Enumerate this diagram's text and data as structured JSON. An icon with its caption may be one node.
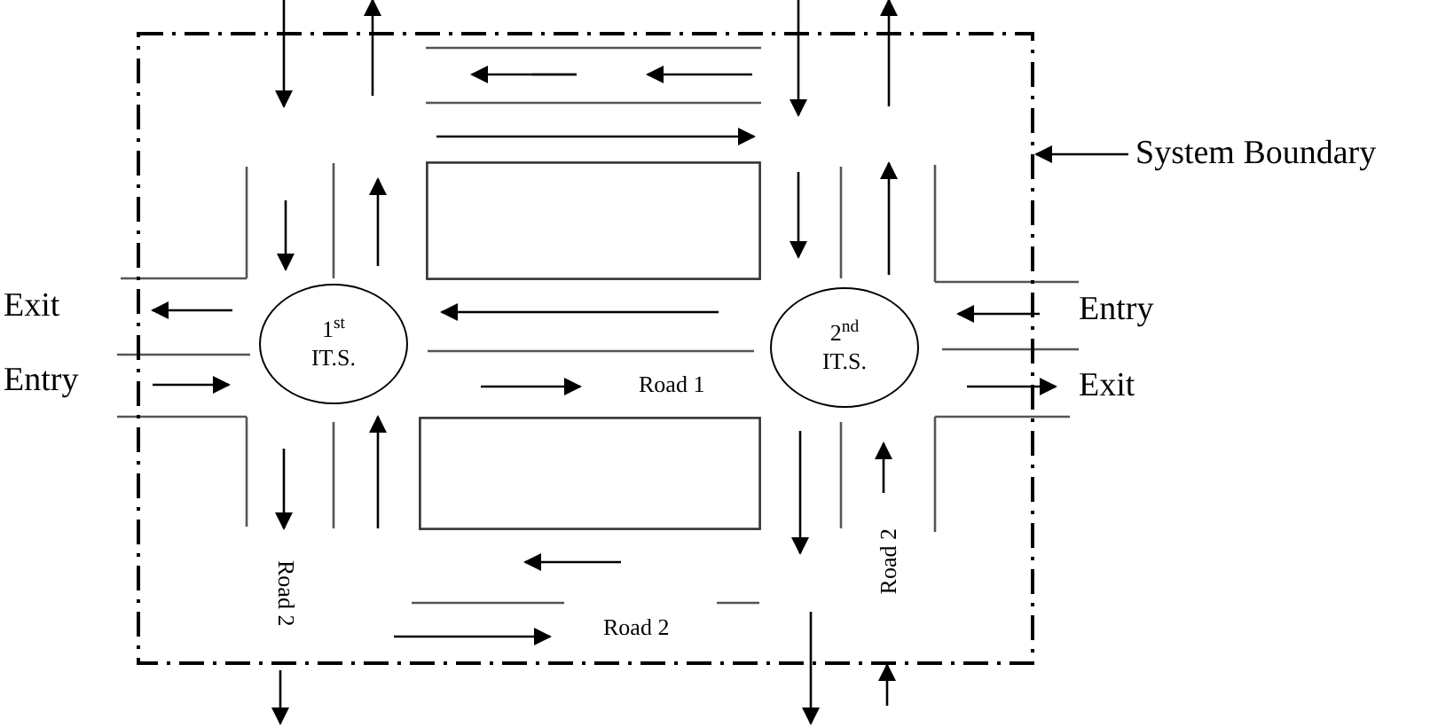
{
  "diagram": {
    "nodes": [
      {
        "text": [],
        "shape": "box"
      },
      {
        "text": [
          "1$^{st}$ IT.S."
        ],
        "in": 0
      },
      {
        "text": [
          "2$^{nd}$ IT.S."
        ],
        "in": 0
      },
      {
        "text": [
          "System Boundary"
        ]
      },
      {
        "text": [],
        "shape": "box",
        "in": 0
      },
      {
        "text": [],
        "shape": "box",
        "in": 0
      }
    ],
    "edges": [
      {
        "from": 3,
        "to": 0,
        "arrow": "to"
      }
    ],
    "labels": [
      "Exit",
      "Entry",
      "Entry",
      "Road 1",
      "Exit",
      "Road 2",
      "Road 2",
      "Road 2"
    ]
  }
}
